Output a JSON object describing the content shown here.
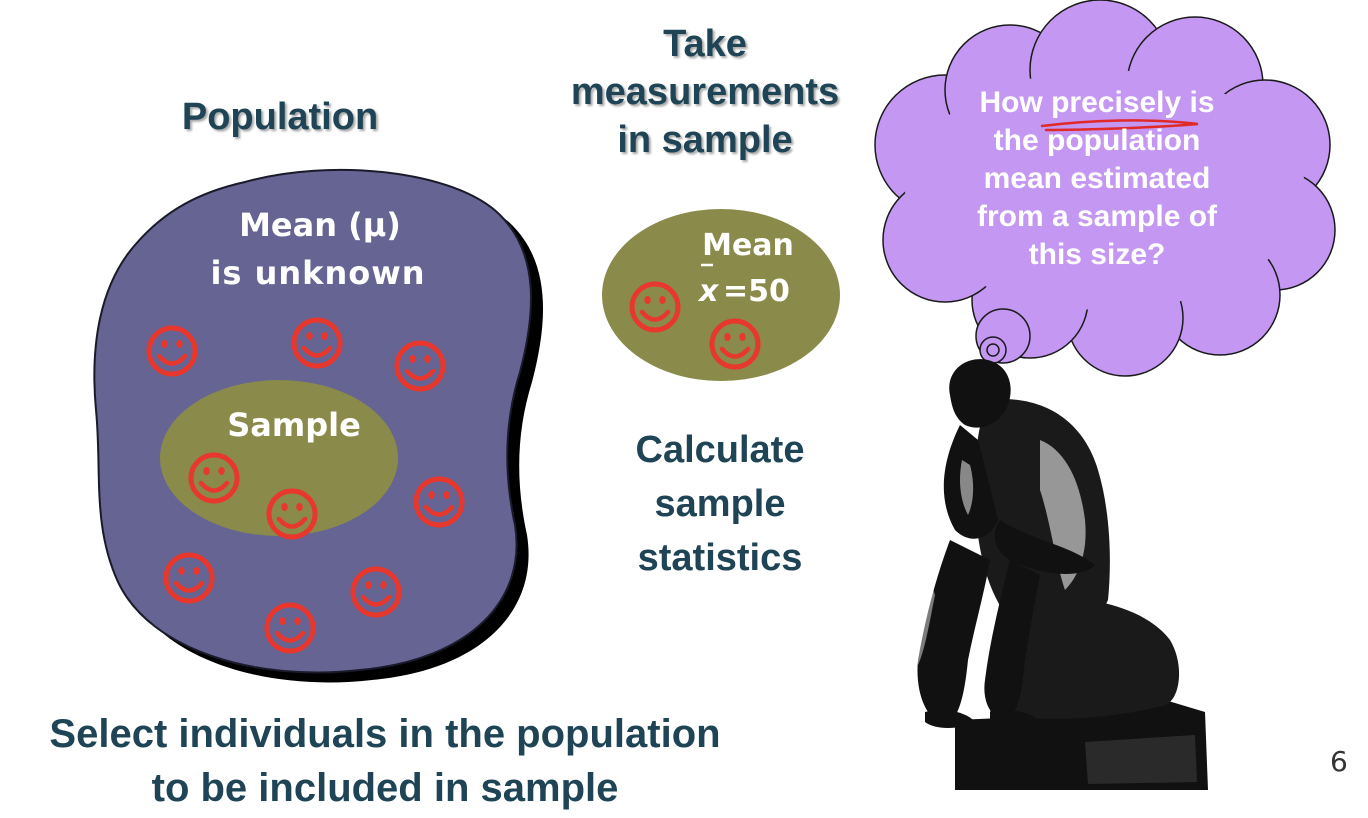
{
  "population": {
    "title": "Population",
    "mean_line1": "Mean (μ)",
    "mean_line2": "is unknown",
    "sample_label": "Sample"
  },
  "measure": {
    "line1": "Take",
    "line2": "measurements",
    "line3": "in sample"
  },
  "sample_stats": {
    "mean_label": "Mean",
    "mean_symbol": "x",
    "mean_value": "=50"
  },
  "calculate": {
    "line1": "Calculate",
    "line2": "sample",
    "line3": "statistics"
  },
  "thought": {
    "line1a": "How ",
    "line1b": "precisely",
    "line1c": " is",
    "line2": "the population",
    "line3": "mean estimated",
    "line4": "from a sample of",
    "line5": "this size?"
  },
  "select": {
    "line1": "Select individuals in the population",
    "line2": "to be included in sample"
  },
  "page_number": "6",
  "colors": {
    "population_fill": "#656493",
    "sample_fill": "#8a8a4a",
    "smiley": "#e8372c",
    "cloud_fill": "#c397f2",
    "heading": "#1f4456",
    "underline": "#e02a2a"
  },
  "icons": [
    "smiley-icon",
    "thinker-silhouette",
    "thought-cloud"
  ]
}
